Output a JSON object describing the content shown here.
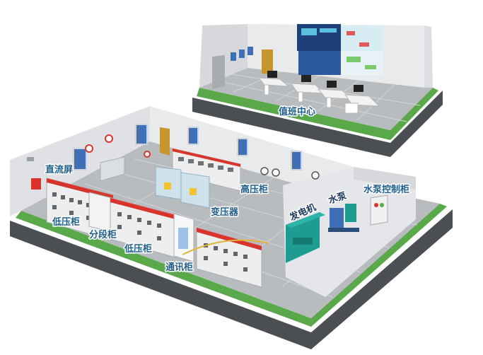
{
  "labels": {
    "duty_room": "值班中心",
    "dc_screen": "直流屏",
    "low_voltage_cabinet_left": "低压柜",
    "section_cabinet": "分段柜",
    "low_voltage_cabinet_mid": "低压柜",
    "communication_cabinet": "通讯柜",
    "transformer": "变压器",
    "high_voltage_cabinet": "高压柜",
    "generator": "发电机",
    "water_pump": "水泵",
    "pump_control_cabinet": "水泵控制柜"
  },
  "colors": {
    "floor": "#b9bcbf",
    "floor_tile_line": "#d3d5d7",
    "wall": "#e9eaec",
    "wall_side": "#d6d8db",
    "base_green": "#59a84a",
    "base_dark": "#4b4e52",
    "cabinet": "#eeeeee",
    "cabinet_red_stripe": "#d9342b",
    "generator": "#1e9c92",
    "label_text": "#1f5f8b",
    "screen_blue": "#1d3f7a"
  }
}
